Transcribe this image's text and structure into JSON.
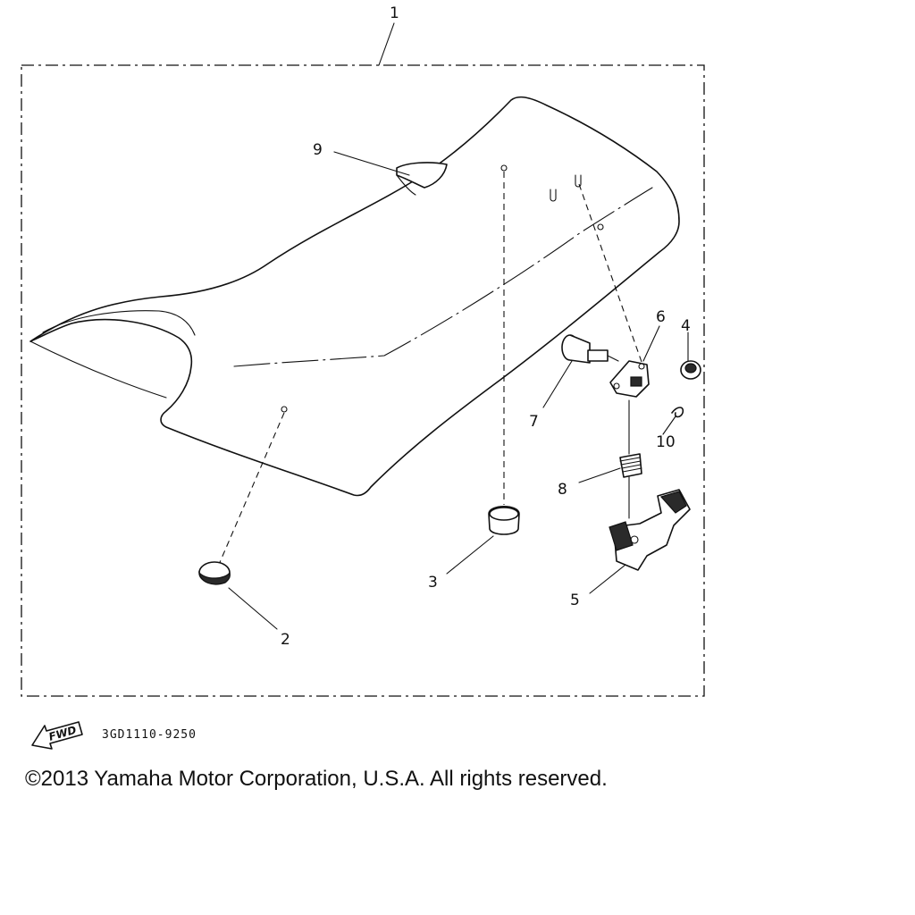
{
  "diagram": {
    "callouts": [
      {
        "id": "1",
        "label": "1"
      },
      {
        "id": "2",
        "label": "2"
      },
      {
        "id": "3",
        "label": "3"
      },
      {
        "id": "4",
        "label": "4"
      },
      {
        "id": "5",
        "label": "5"
      },
      {
        "id": "6",
        "label": "6"
      },
      {
        "id": "7",
        "label": "7"
      },
      {
        "id": "8",
        "label": "8"
      },
      {
        "id": "9",
        "label": "9"
      },
      {
        "id": "10",
        "label": "10"
      }
    ],
    "fwd_label": "FWD",
    "drawing_code": "3GD1110-9250"
  },
  "footer": {
    "copyright": "©2013 Yamaha Motor Corporation, U.S.A. All rights reserved."
  }
}
